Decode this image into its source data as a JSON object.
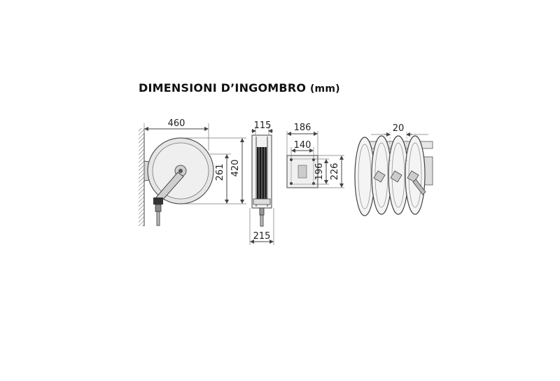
{
  "title": {
    "text": "DIMENSIONI D’INGOMBRO",
    "unit": "(mm)"
  },
  "dimensions": {
    "front_width": "460",
    "front_height_outer": "420",
    "front_height_inner": "261",
    "side_top": "115",
    "side_bottom": "215",
    "plate_width_outer": "186",
    "plate_width_inner": "140",
    "plate_height_inner": "196",
    "plate_height_outer": "226",
    "multi_spacing": "20"
  },
  "colors": {
    "line": "#444444",
    "text": "#222222"
  }
}
